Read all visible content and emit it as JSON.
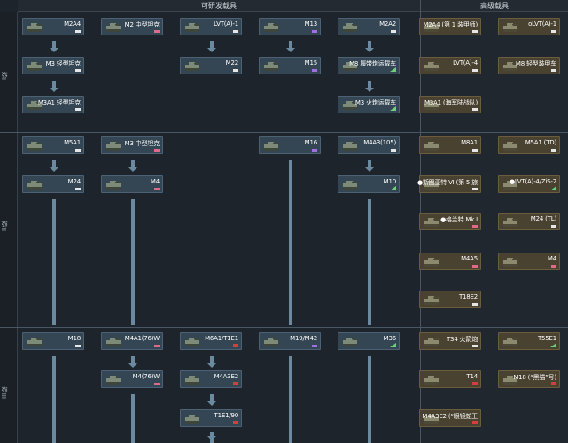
{
  "headers": {
    "research": "可研发载具",
    "premium": "高级载具"
  },
  "ranks": [
    "I级",
    "II级",
    "III级"
  ],
  "cards": [
    {
      "id": "m2a4",
      "name": "M2A4",
      "badge": "white",
      "premium": false
    },
    {
      "id": "m2-medium",
      "name": "M2 中型坦克",
      "badge": "pink",
      "premium": false
    },
    {
      "id": "lvt-a-1",
      "name": "LVT(A)-1",
      "badge": "white",
      "premium": false
    },
    {
      "id": "m13",
      "name": "M13",
      "badge": "purple",
      "premium": false
    },
    {
      "id": "m2a2",
      "name": "M2A2",
      "badge": "white",
      "premium": false
    },
    {
      "id": "m3-light",
      "name": "M3 轻型坦克",
      "badge": "white",
      "premium": false
    },
    {
      "id": "m22",
      "name": "M22",
      "badge": "white",
      "premium": false
    },
    {
      "id": "m15",
      "name": "M15",
      "badge": "purple",
      "premium": false
    },
    {
      "id": "m8-gmc",
      "name": "M8 履带炮运载车",
      "badge": "green",
      "premium": false
    },
    {
      "id": "m3a1-light",
      "name": "M3A1 轻型坦克",
      "badge": "white",
      "premium": false
    },
    {
      "id": "m3-gmc",
      "name": "M3 火炮运载车",
      "badge": "green",
      "premium": false
    },
    {
      "id": "m5a1",
      "name": "M5A1",
      "badge": "white",
      "premium": false
    },
    {
      "id": "m3-medium",
      "name": "M3 中型坦克",
      "badge": "pink",
      "premium": false
    },
    {
      "id": "m16",
      "name": "M16",
      "badge": "purple",
      "premium": false
    },
    {
      "id": "m4a3-105",
      "name": "M4A3(105)",
      "badge": "white",
      "premium": false
    },
    {
      "id": "m24",
      "name": "M24",
      "badge": "white",
      "premium": false
    },
    {
      "id": "m4",
      "name": "M4",
      "badge": "pink",
      "premium": false
    },
    {
      "id": "m10",
      "name": "M10",
      "badge": "green",
      "premium": false
    },
    {
      "id": "m18",
      "name": "M18",
      "badge": "white",
      "premium": false
    },
    {
      "id": "m4a1-76w",
      "name": "M4A1(76)W",
      "badge": "pink",
      "premium": false
    },
    {
      "id": "m6a1-t1e1",
      "name": "M6A1/T1E1",
      "badge": "red",
      "premium": false
    },
    {
      "id": "m19-m42",
      "name": "M19/M42",
      "badge": "purple",
      "premium": false
    },
    {
      "id": "m36",
      "name": "M36",
      "badge": "green",
      "premium": false
    },
    {
      "id": "m4-76w",
      "name": "M4(76)W",
      "badge": "pink",
      "premium": false
    },
    {
      "id": "m4a3e2",
      "name": "M4A3E2",
      "badge": "red",
      "premium": false
    },
    {
      "id": "t1e1-90",
      "name": "T1E1/90",
      "badge": "red",
      "premium": false
    },
    {
      "id": "p-m2a4-first",
      "name": "M2A4 (第 1 装甲师)",
      "badge": "white",
      "premium": true
    },
    {
      "id": "p-lvt-a-1",
      "name": "oLVT(A)-1",
      "badge": "white",
      "premium": true
    },
    {
      "id": "p-lvt-a-4",
      "name": "LVT(A)-4",
      "badge": "white",
      "premium": true
    },
    {
      "id": "p-m8-hmc",
      "name": "M8 轻型装甲车",
      "badge": "white",
      "premium": true
    },
    {
      "id": "p-m3a1-usmc",
      "name": "M3A1 (海军陆战队)",
      "badge": "white",
      "premium": true
    },
    {
      "id": "p-m8a1",
      "name": "M8A1",
      "badge": "white",
      "premium": true
    },
    {
      "id": "p-m5a1-td",
      "name": "M5A1 (TD)",
      "badge": "white",
      "premium": true
    },
    {
      "id": "p-tiger-vi",
      "name": "●斯图亚特 VI (第 5 旅",
      "badge": "white",
      "premium": true
    },
    {
      "id": "p-lvt-zis",
      "name": "●LVT(A)-4/ZiS-2",
      "badge": "green",
      "premium": true
    },
    {
      "id": "p-grant",
      "name": "●格兰特 Mk.I",
      "badge": "pink",
      "premium": true
    },
    {
      "id": "p-m24-tl",
      "name": "M24 (TL)",
      "badge": "white",
      "premium": true
    },
    {
      "id": "p-m4a5",
      "name": "M4A5",
      "badge": "pink",
      "premium": true
    },
    {
      "id": "p-m4",
      "name": "M4",
      "badge": "pink",
      "premium": true
    },
    {
      "id": "p-t18e2",
      "name": "T18E2",
      "badge": "white",
      "premium": true
    },
    {
      "id": "p-t34",
      "name": "T34 火箭炮",
      "badge": "white",
      "premium": true
    },
    {
      "id": "p-t55e1",
      "name": "T55E1",
      "badge": "green",
      "premium": true
    },
    {
      "id": "p-t14",
      "name": "T14",
      "badge": "red",
      "premium": true
    },
    {
      "id": "p-m18-hellcat",
      "name": "M18 (“黑猫”号)",
      "badge": "red",
      "premium": true
    },
    {
      "id": "p-m4a3e2-jumbo",
      "name": "M4A3E2 (“眼镜蛇王",
      "badge": "red",
      "premium": true
    }
  ]
}
